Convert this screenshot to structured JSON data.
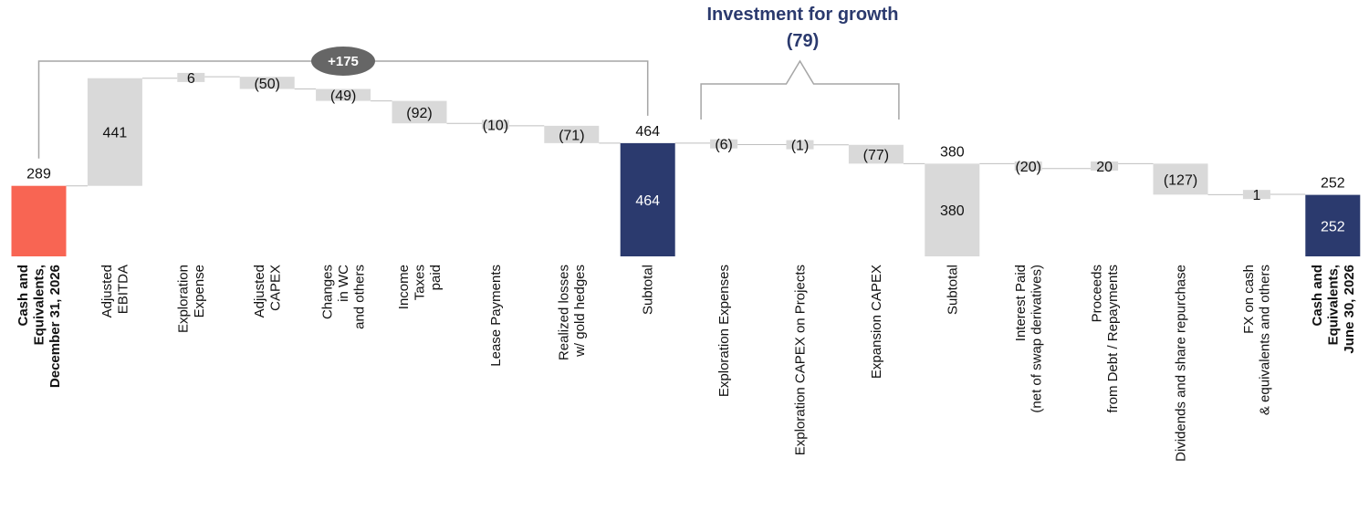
{
  "chart_data": {
    "type": "bar",
    "subtype": "waterfall",
    "grid": false,
    "legend": "none",
    "colors": {
      "start": "#F86553",
      "subtotal_dark": "#2B3A6E",
      "subtotal_light": "#D9D9D9",
      "step": "#D9D9D9",
      "bracket": "#A6A6A6",
      "badge": "#666666",
      "annotation_text": "#2B3A6E"
    },
    "bars": [
      {
        "label": [
          "Cash and",
          "Equivalents,",
          "December 31, 2026"
        ],
        "value": 289,
        "display": "289",
        "kind": "total",
        "style": "start",
        "bold": true
      },
      {
        "label": [
          "Adjusted",
          "EBITDA"
        ],
        "value": 441,
        "display": "441",
        "kind": "delta",
        "style": "step"
      },
      {
        "label": [
          "Exploration",
          "Expense"
        ],
        "value": 6,
        "display": "6",
        "kind": "delta",
        "style": "step"
      },
      {
        "label": [
          "Adjusted",
          "CAPEX"
        ],
        "value": -50,
        "display": "(50)",
        "kind": "delta",
        "style": "step"
      },
      {
        "label": [
          "Changes",
          "in WC",
          "and others"
        ],
        "value": -49,
        "display": "(49)",
        "kind": "delta",
        "style": "step"
      },
      {
        "label": [
          "Income",
          "Taxes",
          "paid"
        ],
        "value": -92,
        "display": "(92)",
        "kind": "delta",
        "style": "step"
      },
      {
        "label": [
          "Lease Payments"
        ],
        "value": -10,
        "display": "(10)",
        "kind": "delta",
        "style": "step"
      },
      {
        "label": [
          "Realized losses",
          "w/ gold hedges"
        ],
        "value": -71,
        "display": "(71)",
        "kind": "delta",
        "style": "step"
      },
      {
        "label": [
          "Subtotal"
        ],
        "value": 464,
        "display": "464",
        "kind": "total",
        "style": "subtotal_dark"
      },
      {
        "label": [
          "Exploration Expenses"
        ],
        "value": -6,
        "display": "(6)",
        "kind": "delta",
        "style": "step"
      },
      {
        "label": [
          "Exploration CAPEX on Projects"
        ],
        "value": -1,
        "display": "(1)",
        "kind": "delta",
        "style": "step"
      },
      {
        "label": [
          "Expansion CAPEX"
        ],
        "value": -77,
        "display": "(77)",
        "kind": "delta",
        "style": "step"
      },
      {
        "label": [
          "Subtotal"
        ],
        "value": 380,
        "display": "380",
        "kind": "total",
        "style": "subtotal_light"
      },
      {
        "label": [
          "Interest Paid",
          "(net of swap derivatives)"
        ],
        "value": -20,
        "display": "(20)",
        "kind": "delta",
        "style": "step"
      },
      {
        "label": [
          "Proceeds",
          "from Debt / Repayments"
        ],
        "value": 20,
        "display": "20",
        "kind": "delta",
        "style": "step"
      },
      {
        "label": [
          "Dividends and share repurchase"
        ],
        "value": -127,
        "display": "(127)",
        "kind": "delta",
        "style": "step"
      },
      {
        "label": [
          "FX on cash",
          "& equivalents and others"
        ],
        "value": 1,
        "display": "1",
        "kind": "delta",
        "style": "step"
      },
      {
        "label": [
          "Cash and",
          "Equivalents,",
          "June 30, 2026"
        ],
        "value": 252,
        "display": "252",
        "kind": "total",
        "style": "subtotal_dark",
        "bold": true
      }
    ],
    "annotations": [
      {
        "type": "badge",
        "text": "+175",
        "from_bar": 0,
        "to_bar": 8
      },
      {
        "type": "brace",
        "title": "Investment for growth",
        "value": "(79)",
        "from_bar": 9,
        "to_bar": 11
      }
    ]
  }
}
